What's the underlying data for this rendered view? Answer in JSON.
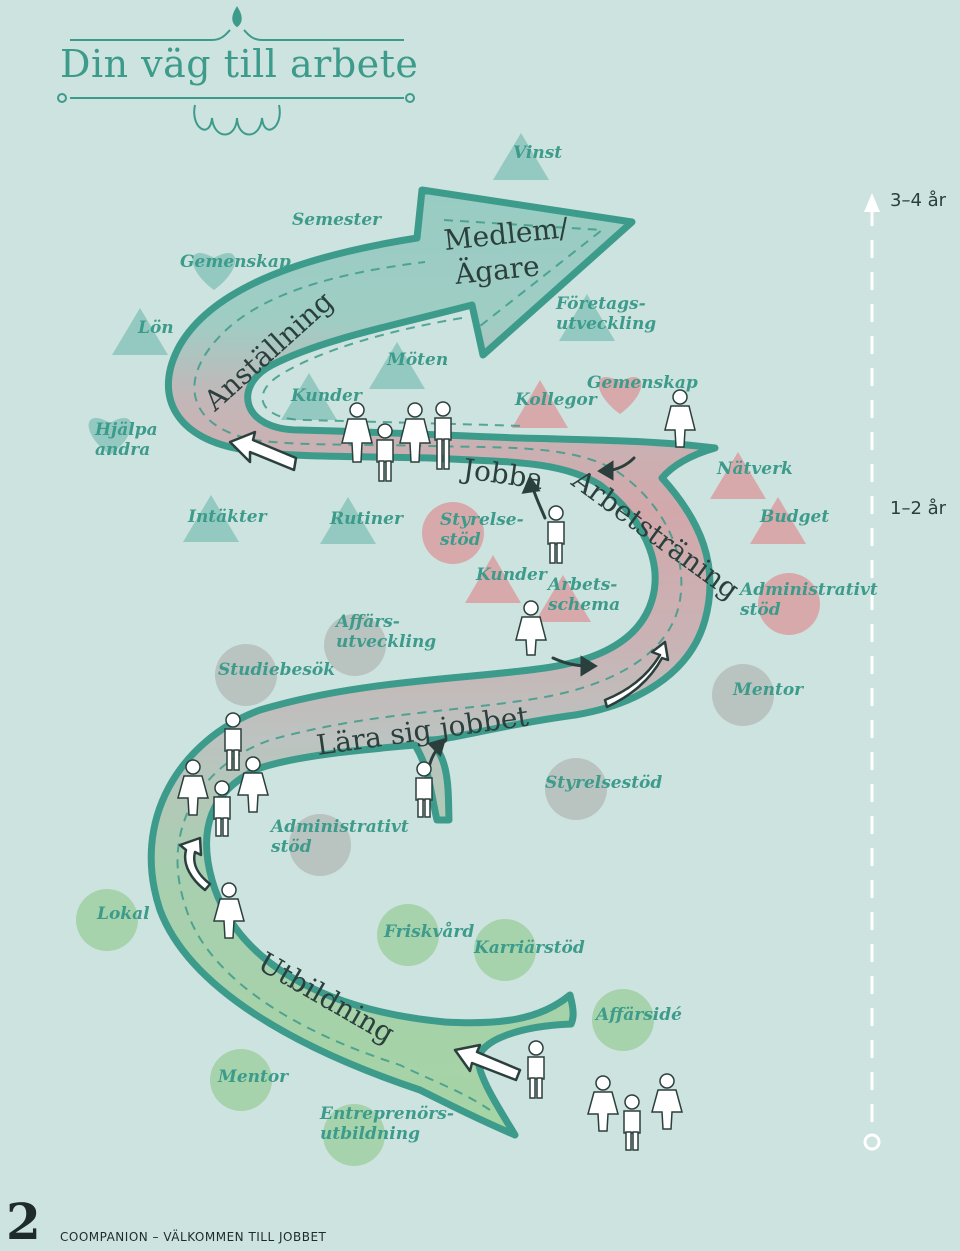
{
  "title": "Din väg till arbete",
  "path_labels": {
    "anstallning": "Anställning",
    "medlem": "Medlem/",
    "agare": "Ägare",
    "jobba": "Jobba",
    "arbetstraning": "Arbetsträning",
    "lara": "Lära sig jobbet",
    "utbildning": "Utbildning"
  },
  "markers": {
    "vinst": "Vinst",
    "semester": "Semester",
    "gemenskap_top": "Gemenskap",
    "lon": "Lön",
    "foretagsutveckling": "Företags-\nutveckling",
    "moten": "Möten",
    "kunder_upper": "Kunder",
    "kollegor": "Kollegor",
    "gemenskap_mid": "Gemenskap",
    "hjalpa_andra": "Hjälpa\nandra",
    "natverk": "Nätverk",
    "intakter": "Intäkter",
    "rutiner": "Rutiner",
    "styrelsestod_upper": "Styrelse-\nstöd",
    "budget": "Budget",
    "kunder_lower": "Kunder",
    "arbetsschema": "Arbets-\nschema",
    "administrativt_stod_right": "Administrativt\nstöd",
    "affarsutveckling": "Affärs-\nutveckling",
    "studiebesok": "Studiebesök",
    "mentor_right": "Mentor",
    "styrelsestod_lower": "Styrelsestöd",
    "administrativt_stod_left": "Administrativt\nstöd",
    "lokal": "Lokal",
    "friskvard": "Friskvård",
    "karriarstod": "Karriärstöd",
    "affarside": "Affärsidé",
    "mentor_left": "Mentor",
    "entreprenorsutbildning": "Entreprenörs-\nutbildning"
  },
  "timeline": {
    "top": "3–4 år",
    "middle": "1–2 år"
  },
  "footer": {
    "page_number": "2",
    "text": "COOMPANION – VÄLKOMMEN TILL JOBBET"
  },
  "colors": {
    "background": "#cde3df",
    "teal": "#3d9b8b",
    "teal_light": "#93c9c0",
    "pink": "#d7a9ab",
    "grey": "#b9c3c0",
    "green": "#9fd0a0",
    "dark": "#2b3f3c"
  }
}
